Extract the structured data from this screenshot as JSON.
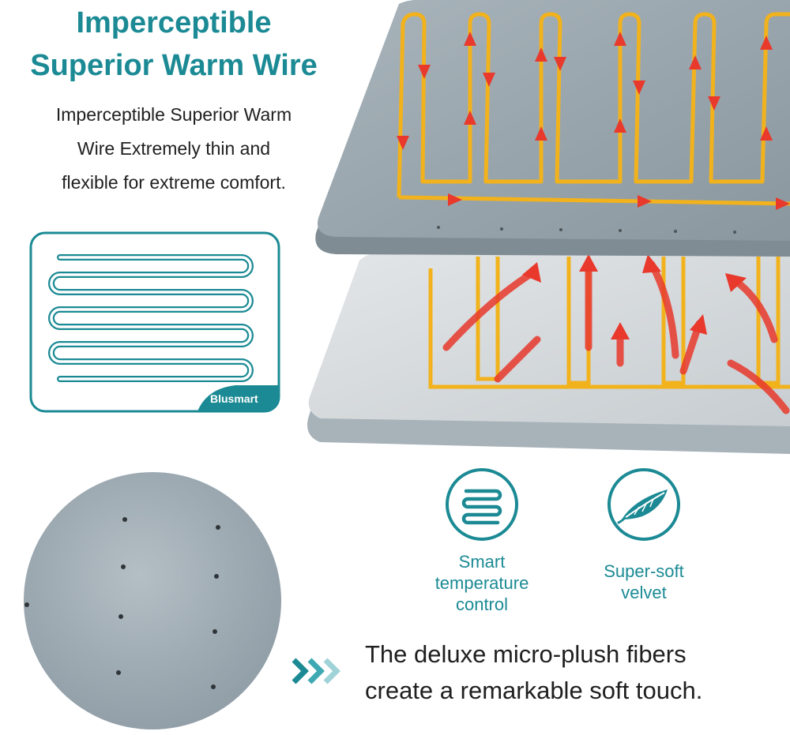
{
  "heading": {
    "line1": "Imperceptible",
    "line2": "Superior Warm Wire"
  },
  "description": {
    "line1": "Imperceptible Superior Warm",
    "line2": "Wire Extremely thin and",
    "line3": "flexible for extreme comfort."
  },
  "wire_diagram": {
    "brand": "Blusmart",
    "icon": "heating-wire-diagram"
  },
  "features": [
    {
      "icon": "heating-coil-icon",
      "lines": [
        "Smart",
        "temperature",
        "control"
      ]
    },
    {
      "icon": "feather-icon",
      "lines": [
        "Super-soft",
        "velvet"
      ]
    }
  ],
  "tagline": {
    "line1": "The deluxe micro-plush fibers",
    "line2": "create a remarkable soft touch."
  },
  "colors": {
    "accent": "#1b8a94",
    "wire": "#f2b21c",
    "arrow": "#e8392c",
    "fabric": "#9aa7b0"
  }
}
